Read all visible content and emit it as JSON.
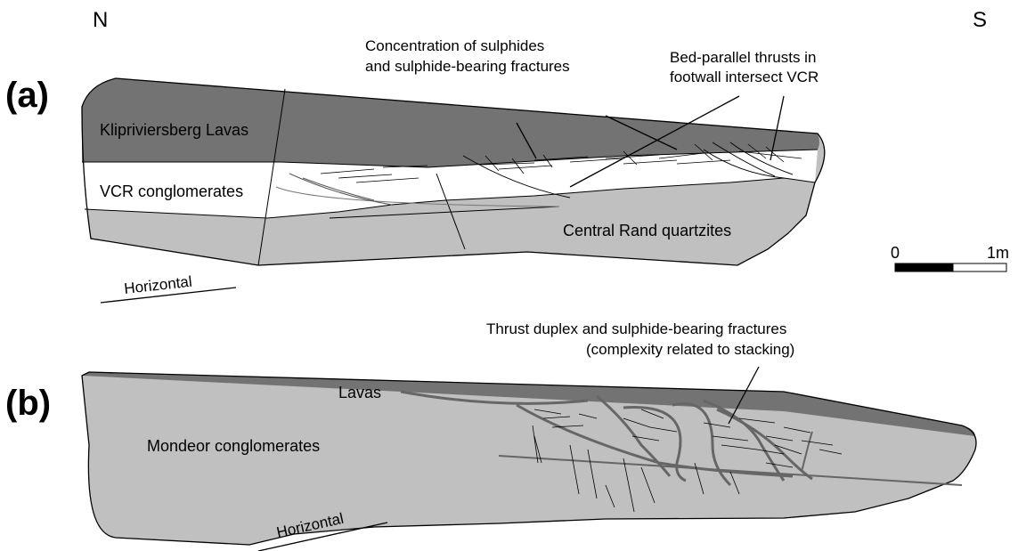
{
  "compass": {
    "north": "N",
    "south": "S"
  },
  "scale_bar": {
    "start_label": "0",
    "end_label": "1m"
  },
  "panel_a": {
    "label": "(a)",
    "units": {
      "lavas": "Klipriviersberg Lavas",
      "vcr": "VCR conglomerates",
      "quartzites": "Central Rand quartzites"
    },
    "annotations": {
      "sulphides": [
        "Concentration of sulphides",
        "and sulphide-bearing fractures"
      ],
      "thrusts": [
        "Bed-parallel thrusts in",
        "footwall intersect VCR"
      ]
    },
    "horizontal": "Horizontal"
  },
  "panel_b": {
    "label": "(b)",
    "units": {
      "lavas": "Lavas",
      "mondeor": "Mondeor conglomerates"
    },
    "annotations": {
      "duplex": [
        "Thrust duplex and sulphide-bearing fractures",
        "(complexity related to stacking)"
      ]
    },
    "horizontal": "Horizontal"
  },
  "colors": {
    "lava": "#737373",
    "rock": "#c0c0c0",
    "conglomerate_white": "#ffffff",
    "outline": "#000000",
    "fault_grey": "#707070"
  }
}
